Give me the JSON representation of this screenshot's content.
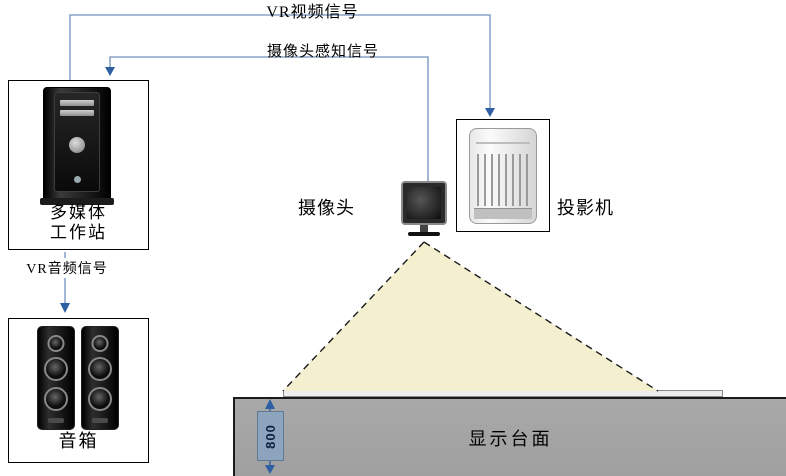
{
  "signals": {
    "vr_video": "VR视频信号",
    "camera_sense": "摄像头感知信号",
    "vr_audio": "VR音频信号"
  },
  "devices": {
    "workstation_line1": "多媒体",
    "workstation_line2": "工作站",
    "speaker": "音箱",
    "camera": "摄像头",
    "projector": "投影机"
  },
  "platform": {
    "label": "显示台面",
    "height_dimension": "800"
  },
  "colors": {
    "signal_line": "#7090bc",
    "arrow": "#2e5fa3",
    "cone_fill": "#f4f0cf",
    "platform_fill": "#a8a8a8",
    "dimension_box": "#8ca4bd",
    "dashed_line": "#1a1a1a"
  }
}
